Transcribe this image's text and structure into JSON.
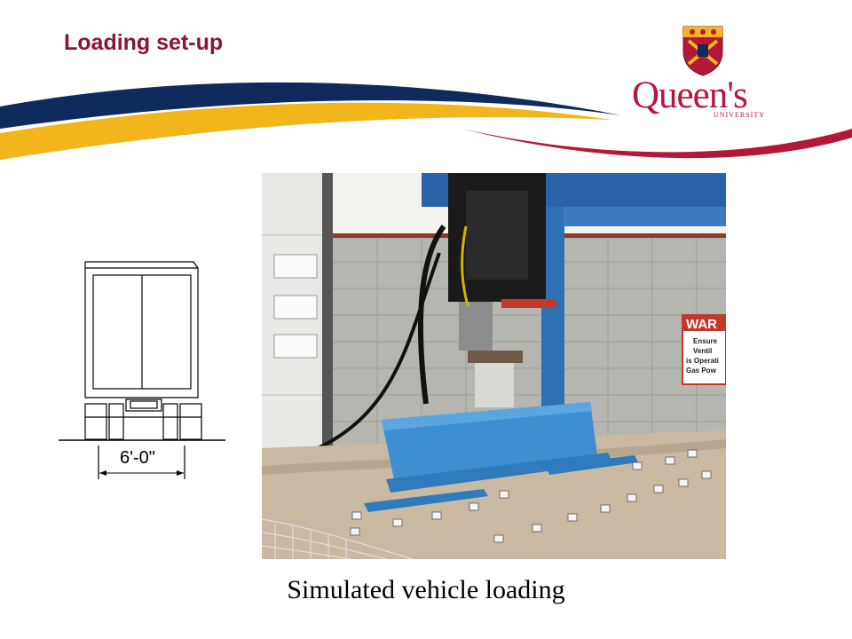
{
  "slide": {
    "title": "Loading set-up",
    "caption": "Simulated vehicle loading"
  },
  "logo": {
    "name": "Queen's",
    "subtitle": "UNIVERSITY"
  },
  "diagram": {
    "dimension_label": "6'-0\""
  },
  "photo": {
    "sign_title": "WAR",
    "sign_lines": [
      "Ensure",
      "Ventil",
      "is Operati",
      "Gas Pow"
    ]
  },
  "colors": {
    "title": "#8a1538",
    "brand_red": "#b3183a",
    "navy": "#0f2a5c",
    "gold": "#f2b51c",
    "beam_blue": "#3d8fd1"
  }
}
